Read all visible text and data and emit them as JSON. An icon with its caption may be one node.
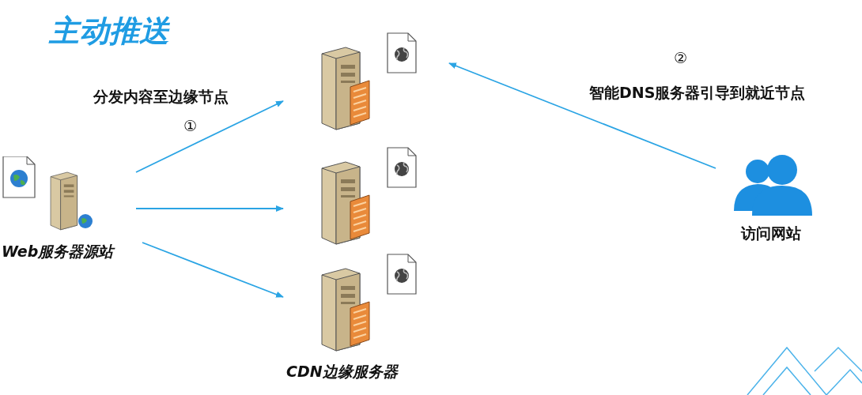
{
  "diagram": {
    "title": "主动推送",
    "nodes": [
      {
        "text": [
          "Web服务器源站"
        ]
      },
      {
        "text": [],
        "shape": "picture"
      },
      {
        "text": [],
        "shape": "picture"
      },
      {
        "text": [],
        "shape": "picture"
      },
      {
        "text": [
          "访问网站"
        ]
      }
    ],
    "edges": [
      {
        "from": 0,
        "to": 1,
        "arrow": "to"
      },
      {
        "from": 0,
        "to": 2,
        "arrow": "to"
      },
      {
        "from": 0,
        "to": 3,
        "arrow": "to"
      },
      {
        "from": 4,
        "to": 1,
        "arrow": "to"
      }
    ],
    "labels": [
      "分发内容至边缘节点",
      "①",
      "②",
      "智能DNS服务器引导到就近节点",
      "CDN边缘服务器"
    ]
  }
}
